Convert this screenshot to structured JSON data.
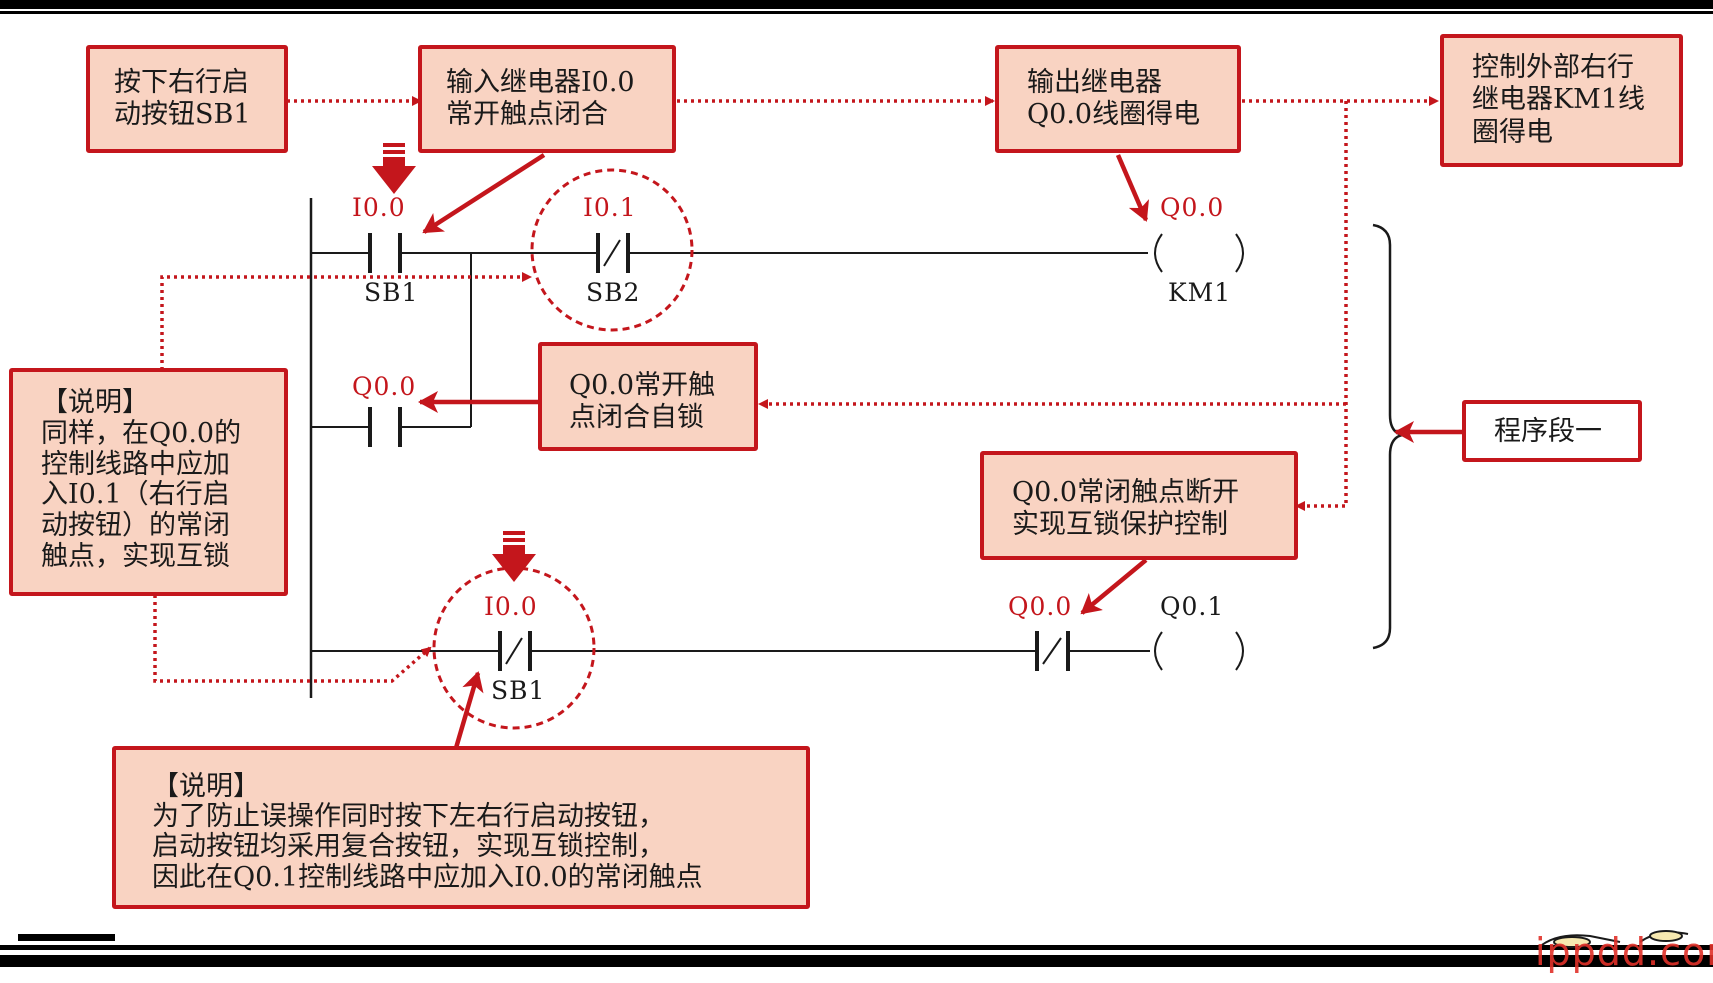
{
  "boxes": {
    "press_button": "按下右行启\n动按钮SB1",
    "input_relay": "输入继电器I0.0\n常开触点闭合",
    "output_relay": "输出继电器\nQ0.0线圈得电",
    "external_relay": "控制外部右行\n继电器KM1线\n圈得电",
    "self_lock": "Q0.0常开触\n点闭合自锁",
    "program_segment": "程序段一",
    "interlock": "Q0.0常闭触点断开\n实现互锁保护控制",
    "note_left": "【说明】\n同样，在Q0.0的\n控制线路中应加\n入I0.1（右行启\n动按钮）的常闭\n触点，实现互锁",
    "note_bottom": "【说明】\n为了防止误操作同时按下左右行启动按钮，\n启动按钮均采用复合按钮，实现互锁控制，\n因此在Q0.1控制线路中应加入I0.0的常闭触点"
  },
  "ladder": {
    "rung1": {
      "contact1_addr": "I0.0",
      "contact1_name": "SB1",
      "contact2_addr": "I0.1",
      "contact2_name": "SB2",
      "coil_addr": "Q0.0",
      "coil_name": "KM1"
    },
    "rung1_branch": {
      "contact_addr": "Q0.0"
    },
    "rung2": {
      "contact1_addr": "I0.0",
      "contact1_name": "SB1",
      "contact2_addr": "Q0.0",
      "coil_addr": "Q0.1"
    }
  },
  "watermark": "ippdd.com",
  "colors": {
    "accent": "#c4161c",
    "box_fill": "#f9d3c2",
    "wire": "#1a1a1a"
  }
}
